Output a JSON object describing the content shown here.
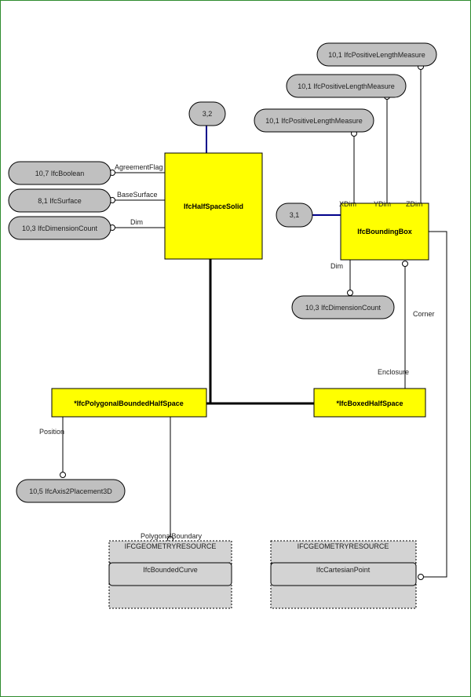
{
  "colors": {
    "frame": "#2e8b2e",
    "entity_fill": "#ffff00",
    "pill_fill": "#c0c0c0",
    "group_fill": "#d3d3d3",
    "line": "#000000",
    "ref_line": "#00008b"
  },
  "entities": {
    "half_space_solid": "IfcHalfSpaceSolid",
    "bounding_box": "IfcBoundingBox",
    "polygonal_bounded": "*IfcPolygonalBoundedHalfSpace",
    "boxed_half_space": "*IfcBoxedHalfSpace"
  },
  "references": {
    "half_space_solid_ref": "3,2",
    "bounding_box_ref": "3,1"
  },
  "types": {
    "boolean": "10,7 IfcBoolean",
    "surface": "8,1 IfcSurface",
    "dim_solid": "10,3 IfcDimensionCount",
    "plm_x": "10,1 IfcPositiveLengthMeasure",
    "plm_y": "10,1 IfcPositiveLengthMeasure",
    "plm_z": "10,1 IfcPositiveLengthMeasure",
    "dim_box": "10,3 IfcDimensionCount",
    "axis2placement": "10,5 IfcAxis2Placement3D"
  },
  "attributes": {
    "agreement_flag": "AgreementFlag",
    "base_surface": "BaseSurface",
    "dim_solid": "Dim",
    "xdim": "XDim",
    "ydim": "YDim",
    "zdim": "ZDim",
    "dim_box": "Dim",
    "corner": "Corner",
    "enclosure": "Enclosure",
    "position": "Position",
    "polygonal_boundary": "PolygonalBoundary"
  },
  "groups": {
    "bounded_curve_schema": "IFCGEOMETRYRESOURCE",
    "bounded_curve_entity": "IfcBoundedCurve",
    "cartesian_point_schema": "IFCGEOMETRYRESOURCE",
    "cartesian_point_entity": "IfcCartesianPoint"
  }
}
